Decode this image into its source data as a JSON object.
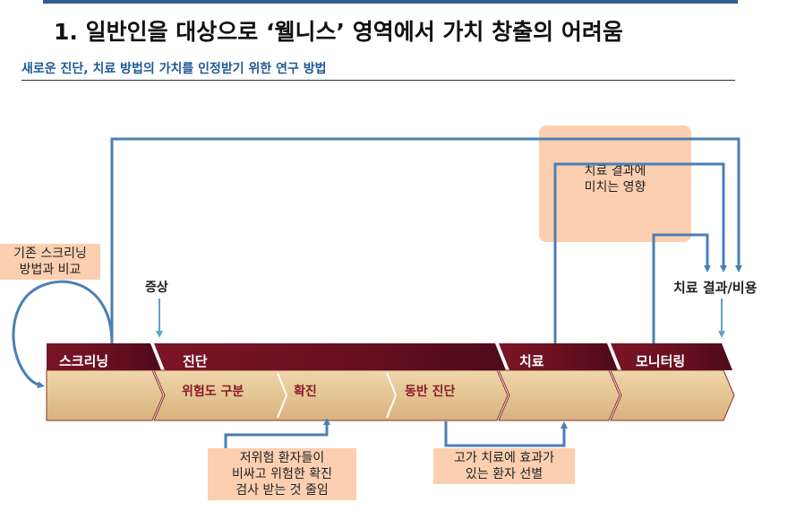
{
  "header": {
    "title": "1. 일반인을 대상으로 ‘웰니스’ 영역에서 가치 창출의 어려움",
    "subtitle": "새로운 진단, 치료 방법의 가치를 인정받기 위한 연구 방법"
  },
  "diagram": {
    "stages": [
      "스크리닝",
      "진단",
      "치료",
      "모니터링"
    ],
    "sub_steps": [
      "위험도 구분",
      "확진",
      "동반 진단"
    ],
    "labels": {
      "symptom": "증상",
      "cost": "치료 결과/비용"
    },
    "notes": {
      "screening_compare": [
        "기존 스크리닝",
        "방법과 비교"
      ],
      "treatment_effect": [
        "치료 결과에",
        "미치는 영향"
      ],
      "low_risk": [
        "저위험 환자들이",
        "비싸고 위험한 확진",
        "검사 받는 것 줄임"
      ],
      "costly_treatment": [
        "고가 치료에 효과가",
        "있는 환자 선별"
      ]
    }
  },
  "colors": {
    "band_dark": "#6b1222",
    "band_light": "#e4c391",
    "arrow": "#4a7fb5",
    "note_fill": "#fbcfb0",
    "subtitle": "#1f5a96"
  }
}
